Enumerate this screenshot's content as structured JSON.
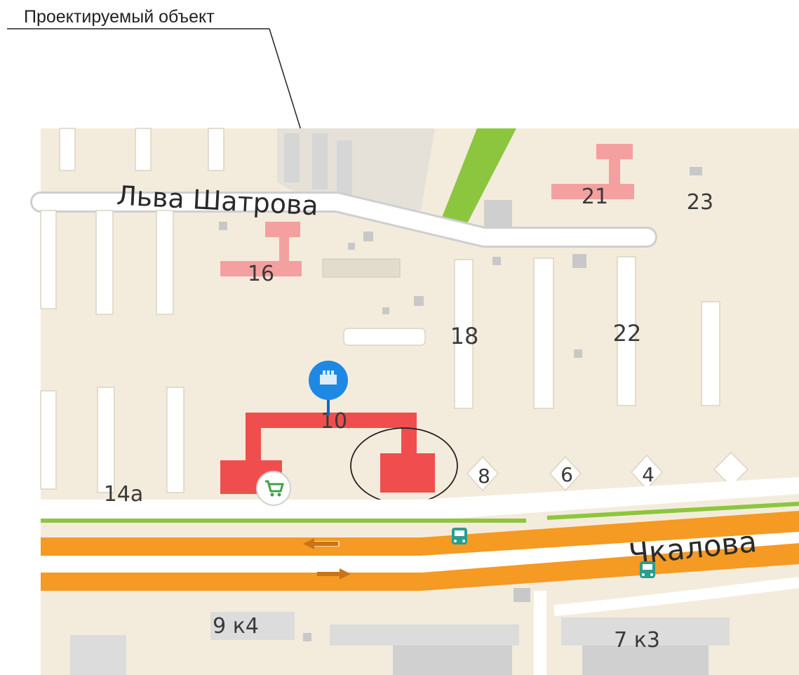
{
  "callout": {
    "text": "Проектируемый объект"
  },
  "streets": {
    "lva_shatrova": "Льва Шатрова",
    "chkalova": "Чкалова"
  },
  "houses": {
    "h21": "21",
    "h23": "23",
    "h16": "16",
    "h18": "18",
    "h22": "22",
    "h10": "10",
    "h8": "8",
    "h6": "6",
    "h4": "4",
    "h14a": "14а",
    "h9k4": "9 к4",
    "h7k3": "7 к3"
  },
  "icons": {
    "pin": "map-pin-icon",
    "shop": "shopping-cart-icon",
    "bus": "bus-stop-icon",
    "arrow": "direction-arrow-icon"
  },
  "colors": {
    "land": "#f3ecdc",
    "road_main": "#f59a23",
    "road_minor": "#ffffff",
    "residential": "#ffffff",
    "public": "#f4a0a0",
    "projected": "#f04e4e",
    "park": "#8cc63f",
    "industrial": "#cfcfcf",
    "pin": "#1e88e5"
  }
}
